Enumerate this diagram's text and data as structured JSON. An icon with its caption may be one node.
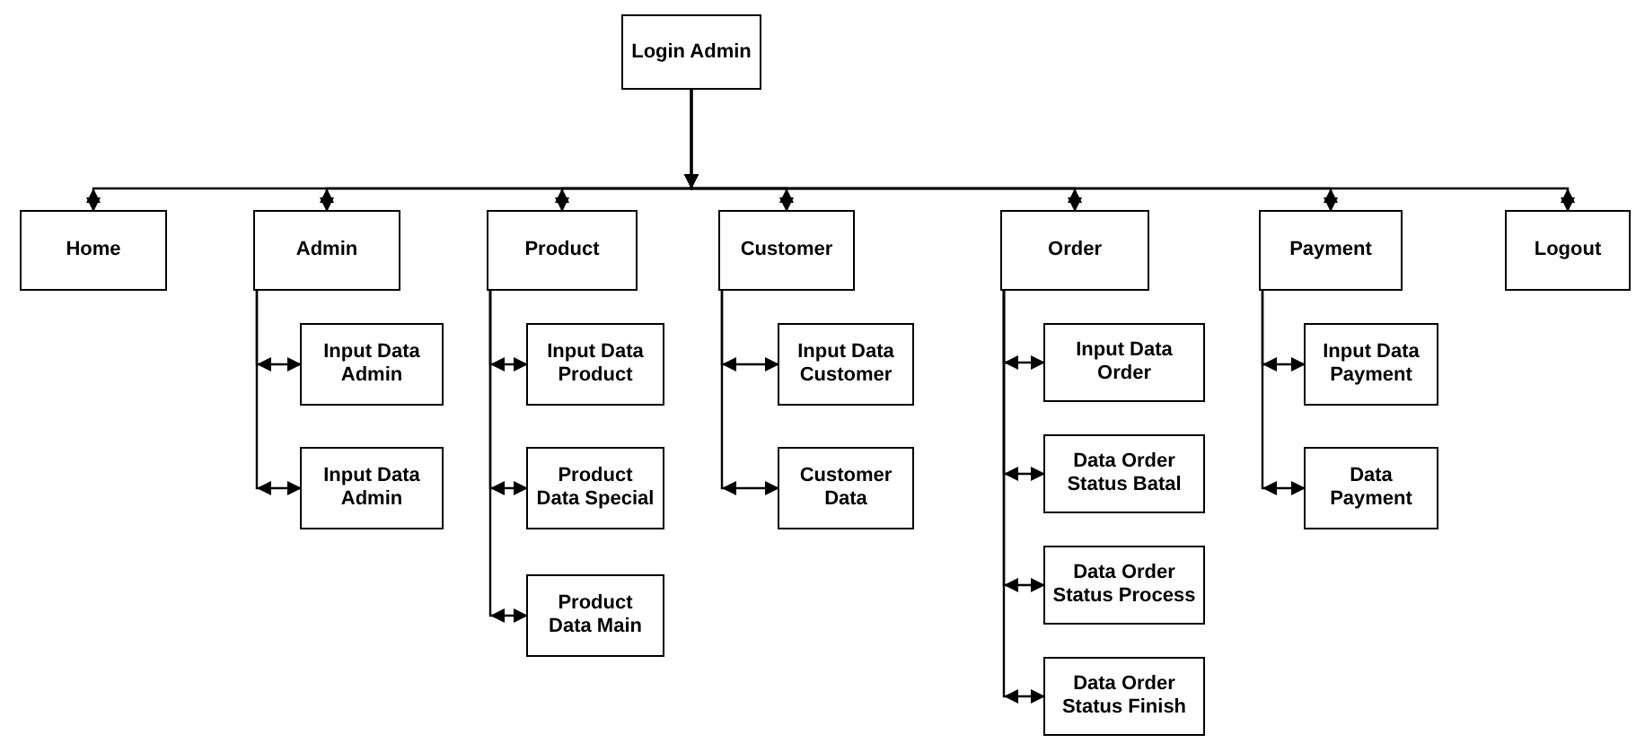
{
  "diagram": {
    "nodes": [
      {
        "text": [
          "Login Admin"
        ]
      },
      {
        "text": [
          "Home"
        ]
      },
      {
        "text": [
          "Admin"
        ]
      },
      {
        "text": [
          "Product"
        ]
      },
      {
        "text": [
          "Customer"
        ]
      },
      {
        "text": [
          "Order"
        ]
      },
      {
        "text": [
          "Payment"
        ]
      },
      {
        "text": [
          "Logout"
        ]
      },
      {
        "text": [
          "Input Data Admin"
        ]
      },
      {
        "text": [
          "Input Data Admin"
        ]
      },
      {
        "text": [
          "Input Data Product"
        ]
      },
      {
        "text": [
          "Product Data Special"
        ]
      },
      {
        "text": [
          "Product Data Main"
        ]
      },
      {
        "text": [
          "Input Data Customer"
        ]
      },
      {
        "text": [
          "Customer Data"
        ]
      },
      {
        "text": [
          "Input Data Order"
        ]
      },
      {
        "text": [
          "Data Order Status Batal"
        ]
      },
      {
        "text": [
          "Data Order Status Process"
        ]
      },
      {
        "text": [
          "Data Order Status Finish"
        ]
      },
      {
        "text": [
          "Input Data Payment"
        ]
      },
      {
        "text": [
          "Data Payment"
        ]
      }
    ],
    "edges": [
      {
        "from": 0,
        "to": 1,
        "arrow": "to"
      },
      {
        "from": 0,
        "to": 2,
        "arrow": "to"
      },
      {
        "from": 0,
        "to": 3,
        "arrow": "to"
      },
      {
        "from": 0,
        "to": 4,
        "arrow": "to"
      },
      {
        "from": 0,
        "to": 5,
        "arrow": "to"
      },
      {
        "from": 0,
        "to": 6,
        "arrow": "to"
      },
      {
        "from": 0,
        "to": 7,
        "arrow": "to"
      },
      {
        "from": 2,
        "to": 8,
        "arrow": "to"
      },
      {
        "from": 2,
        "to": 9,
        "arrow": "to"
      },
      {
        "from": 3,
        "to": 10,
        "arrow": "to"
      },
      {
        "from": 3,
        "to": 11,
        "arrow": "to"
      },
      {
        "from": 3,
        "to": 12,
        "arrow": "to"
      },
      {
        "from": 4,
        "to": 13,
        "arrow": "to"
      },
      {
        "from": 4,
        "to": 14,
        "arrow": "to"
      },
      {
        "from": 5,
        "to": 15,
        "arrow": "to"
      },
      {
        "from": 5,
        "to": 16,
        "arrow": "to"
      },
      {
        "from": 5,
        "to": 17,
        "arrow": "to"
      },
      {
        "from": 5,
        "to": 18,
        "arrow": "to"
      },
      {
        "from": 6,
        "to": 19,
        "arrow": "to"
      },
      {
        "from": 6,
        "to": 20,
        "arrow": "to"
      }
    ]
  }
}
